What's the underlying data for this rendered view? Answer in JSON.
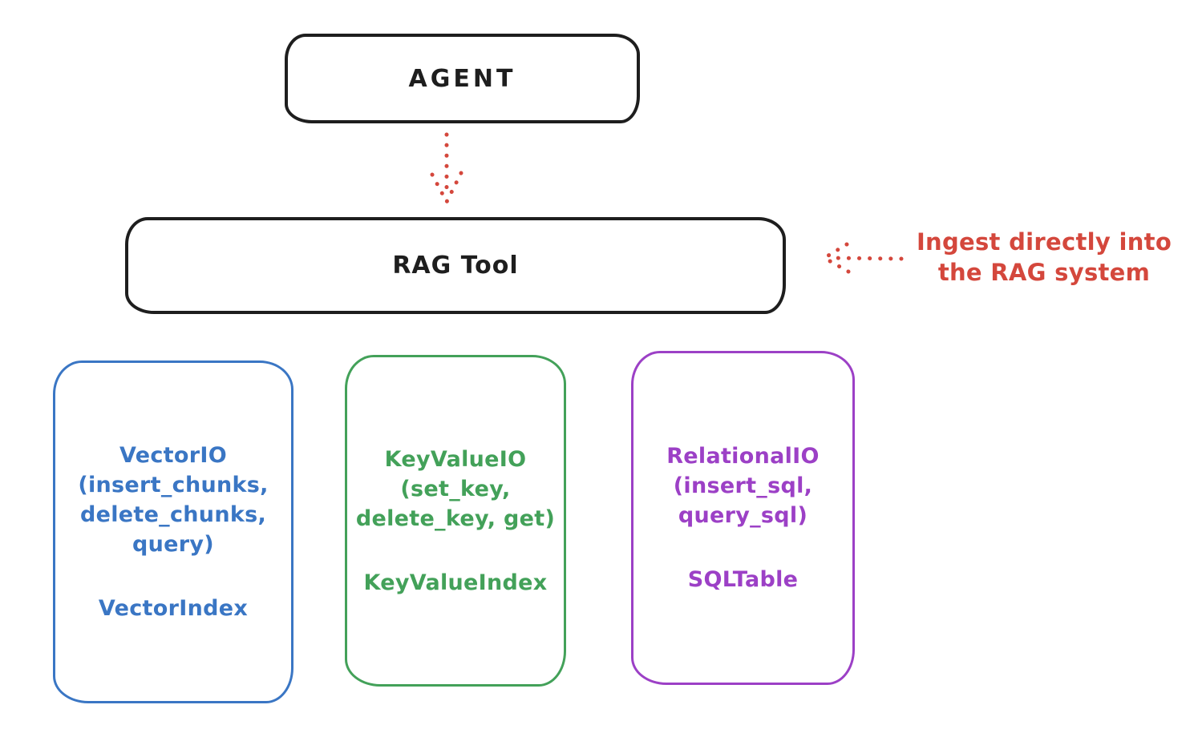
{
  "agent": {
    "label": "AGENT"
  },
  "rag_tool": {
    "label": "RAG Tool"
  },
  "annotation": {
    "line1": "Ingest directly into",
    "line2": "the RAG system"
  },
  "backends": [
    {
      "lines": [
        "VectorIO",
        "(insert_chunks,",
        "delete_chunks,",
        "query)"
      ],
      "index": "VectorIndex",
      "color": "#3a76c4"
    },
    {
      "lines": [
        "KeyValueIO",
        "(set_key,",
        "delete_key, get)"
      ],
      "index": "KeyValueIndex",
      "color": "#43a159"
    },
    {
      "lines": [
        "RelationalIO",
        "(insert_sql,",
        "query_sql)"
      ],
      "index": "SQLTable",
      "color": "#9c40c6"
    }
  ],
  "arrows": [
    {
      "name": "dotted-down-arrow",
      "from": "AGENT",
      "to": "RAG Tool",
      "color": "#d4473c"
    },
    {
      "name": "dotted-left-arrow",
      "from": "Ingest annotation",
      "to": "RAG Tool",
      "color": "#d4473c"
    }
  ],
  "colors": {
    "node_stroke": "#1e1e1e",
    "accent_red": "#d4473c",
    "blue": "#3a76c4",
    "green": "#43a159",
    "purple": "#9c40c6",
    "background": "#ffffff"
  }
}
